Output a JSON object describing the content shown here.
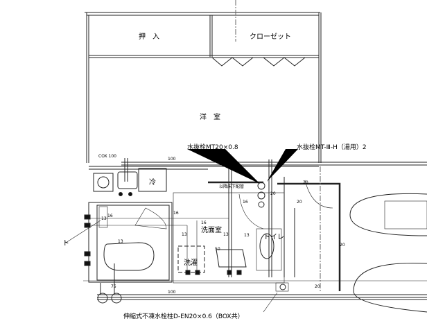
{
  "rooms": {
    "oshiire": "押　入",
    "closet": "クローゼット",
    "youshitsu": "洋　室",
    "senmenshitsu": "洗面室",
    "toilet": "トイレ",
    "sentaku": "洗濯",
    "rei": "冷"
  },
  "annotations": {
    "valve1": "水抜栓MT20×0.8",
    "valve2": "水抜栓MT-Ⅲ-H（湯用）2",
    "underfloor": "以降床下配管",
    "cox": "COX 100",
    "faucet_post": "伸縮式不凍水栓柱D-EN20×0.6（BOX共）",
    "left_label": "ト"
  },
  "dimensions": {
    "top_pipe": "100",
    "bottom_pipe": "100",
    "d16a": "16",
    "d16b": "16",
    "d16c": "16",
    "d16d": "16",
    "d13a": "13",
    "d13b": "13",
    "d13c": "13",
    "d13d": "13",
    "d13e": "13",
    "d20a": "20",
    "d20b": "20",
    "d20c": "20",
    "d20d": "20",
    "d20e": "20",
    "d50": "50",
    "d75": "75"
  }
}
